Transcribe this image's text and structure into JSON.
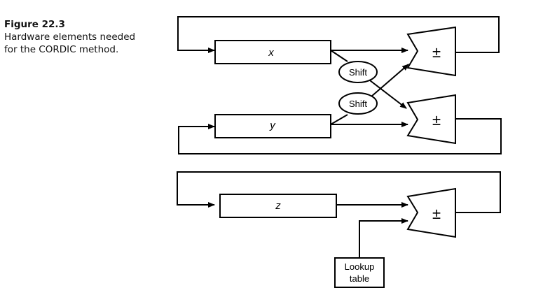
{
  "caption": {
    "figure_number": "Figure  22.3",
    "text": "Hardware elements needed for the CORDIC method."
  },
  "diagram": {
    "registers": {
      "x": "x",
      "y": "y",
      "z": "z"
    },
    "adders": {
      "x": "±",
      "y": "±",
      "z": "±"
    },
    "shifters": {
      "upper": "Shift",
      "lower": "Shift"
    },
    "lookup_table": {
      "line1": "Lookup",
      "line2": "table"
    }
  }
}
